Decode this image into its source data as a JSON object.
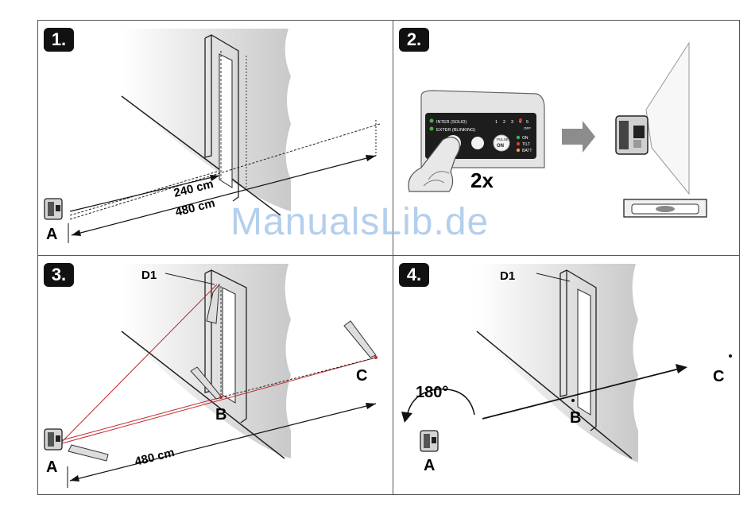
{
  "panels": {
    "p1": {
      "number": "1.",
      "label_240": "240 cm",
      "label_480": "480 cm",
      "point_a": "A"
    },
    "p2": {
      "number": "2.",
      "press_count": "2x",
      "device": {
        "inter": "INTER (SOLID)",
        "exter": "EXTER (BLINKING)",
        "modes": [
          "1",
          "2",
          "3",
          "4",
          "5"
        ],
        "off": "OFF",
        "pulse_top": "PULSE",
        "pulse_on": "ON",
        "status": [
          "ON",
          "TILT",
          "BATT"
        ]
      }
    },
    "p3": {
      "number": "3.",
      "mark_d1": "D1",
      "point_a": "A",
      "point_b": "B",
      "point_c": "C",
      "label_480": "480 cm"
    },
    "p4": {
      "number": "4.",
      "mark_d1": "D1",
      "rotation": "180°",
      "point_a": "A",
      "point_b": "B",
      "point_c": "C"
    }
  },
  "watermark": "ManualsLib.de",
  "colors": {
    "laser": "#c0282e",
    "wall_shade": "#cfcfcf",
    "led_green": "#3bb54a",
    "led_red": "#e03a2f",
    "led_orange": "#f0a020"
  }
}
